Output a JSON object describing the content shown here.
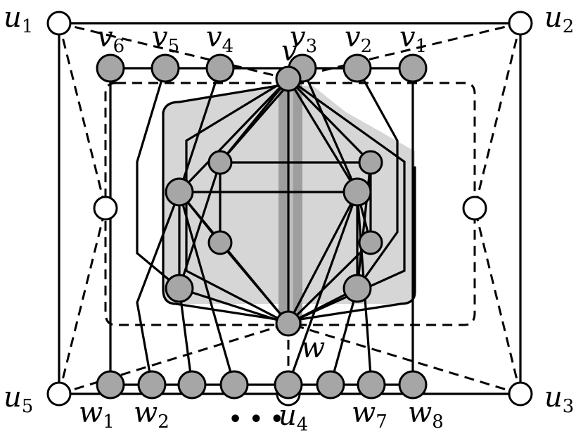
{
  "labels": {
    "u1": {
      "main": "u",
      "sub": "1"
    },
    "u2": {
      "main": "u",
      "sub": "2"
    },
    "u3": {
      "main": "u",
      "sub": "3"
    },
    "u4": {
      "main": "u",
      "sub": "4"
    },
    "u5": {
      "main": "u",
      "sub": "5"
    },
    "v": {
      "main": "v",
      "sub": ""
    },
    "v1": {
      "main": "v",
      "sub": "1"
    },
    "v2": {
      "main": "v",
      "sub": "2"
    },
    "v3": {
      "main": "v",
      "sub": "3"
    },
    "v4": {
      "main": "v",
      "sub": "4"
    },
    "v5": {
      "main": "v",
      "sub": "5"
    },
    "v6": {
      "main": "v",
      "sub": "6"
    },
    "w": {
      "main": "w",
      "sub": ""
    },
    "w1": {
      "main": "w",
      "sub": "1"
    },
    "w2": {
      "main": "w",
      "sub": "2"
    },
    "w7": {
      "main": "w",
      "sub": "7"
    },
    "w8": {
      "main": "w",
      "sub": "8"
    },
    "ellipsis": "• • •"
  },
  "colors": {
    "node_white": "#ffffff",
    "node_gray": "#a6a6a6",
    "region_light": "#d6d6d6",
    "band_dark": "#9e9e9e",
    "stroke": "#000000"
  }
}
